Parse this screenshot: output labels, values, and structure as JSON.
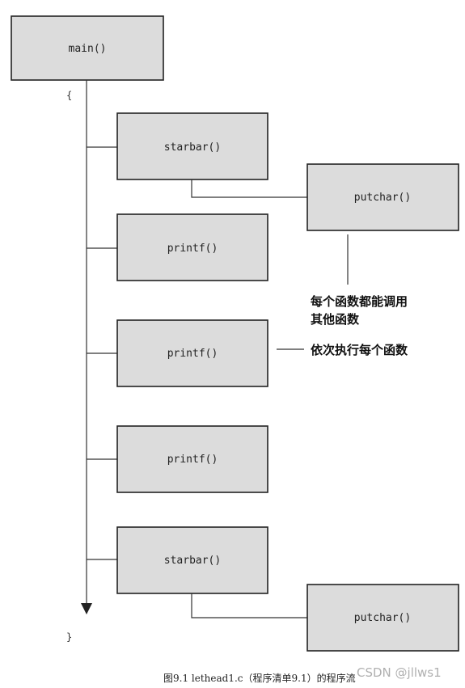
{
  "diagram": {
    "main_label": "main()",
    "open_brace": "{",
    "close_brace": "}",
    "calls": [
      {
        "label": "starbar()"
      },
      {
        "label": "printf()"
      },
      {
        "label": "printf()"
      },
      {
        "label": "printf()"
      },
      {
        "label": "starbar()"
      }
    ],
    "subcalls": [
      {
        "label": "putchar()"
      },
      {
        "label": "putchar()"
      }
    ],
    "annotations": {
      "each_can_call_line1": "每个函数都能调用",
      "each_can_call_line2": "其他函数",
      "sequential": "依次执行每个函数"
    }
  },
  "caption": "图9.1 lethead1.c（程序清单9.1）的程序流",
  "watermark": "CSDN @jllws1",
  "colors": {
    "box_fill": "#dcdcdc",
    "box_stroke": "#222222",
    "line": "#333333"
  }
}
